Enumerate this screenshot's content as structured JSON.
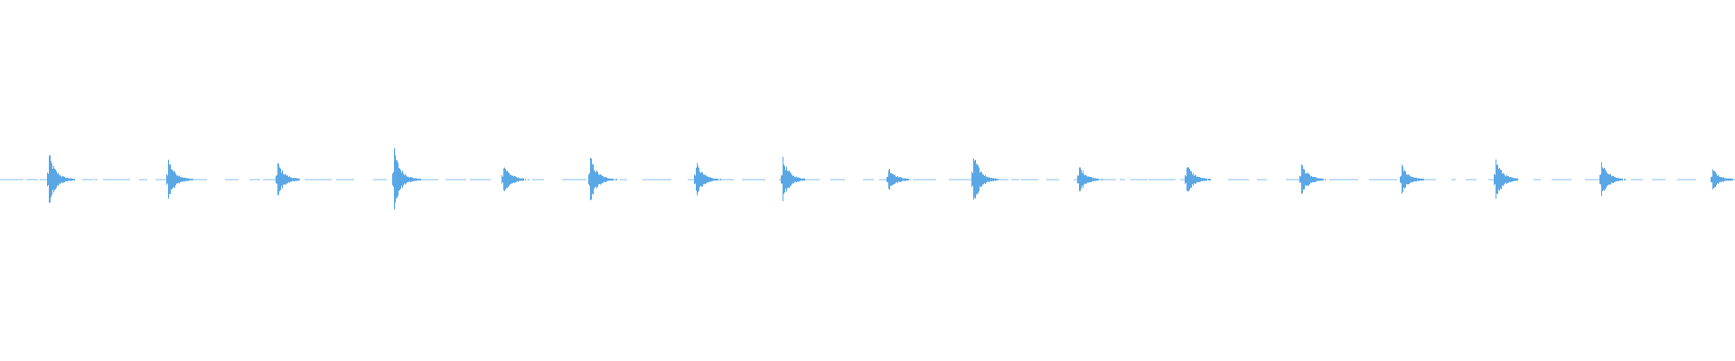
{
  "waveform": {
    "color": "#5aa7e6",
    "background": "#ffffff",
    "onsets": [
      {
        "t": 0.028,
        "amp": 0.075
      },
      {
        "t": 0.097,
        "amp": 0.06
      },
      {
        "t": 0.16,
        "amp": 0.05
      },
      {
        "t": 0.227,
        "amp": 0.085
      },
      {
        "t": 0.29,
        "amp": 0.045
      },
      {
        "t": 0.34,
        "amp": 0.065
      },
      {
        "t": 0.401,
        "amp": 0.05
      },
      {
        "t": 0.451,
        "amp": 0.06
      },
      {
        "t": 0.512,
        "amp": 0.035
      },
      {
        "t": 0.561,
        "amp": 0.075
      },
      {
        "t": 0.622,
        "amp": 0.04
      },
      {
        "t": 0.684,
        "amp": 0.045
      },
      {
        "t": 0.75,
        "amp": 0.045
      },
      {
        "t": 0.808,
        "amp": 0.04
      },
      {
        "t": 0.862,
        "amp": 0.06
      },
      {
        "t": 0.923,
        "amp": 0.055
      },
      {
        "t": 0.987,
        "amp": 0.03
      }
    ]
  }
}
